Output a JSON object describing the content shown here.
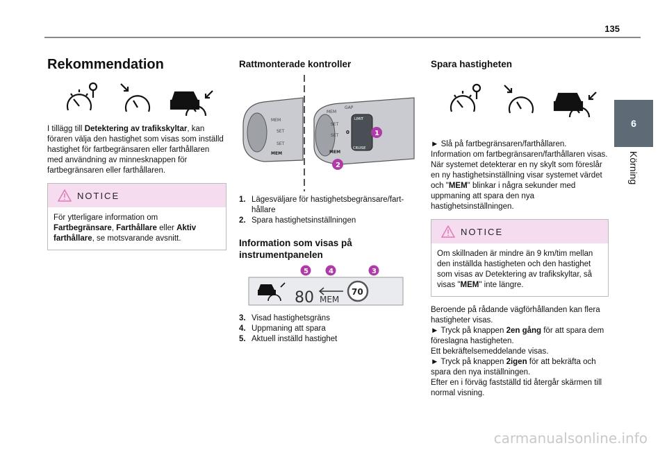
{
  "page_number": "135",
  "chapter_tab": "6",
  "chapter_label": "Körning",
  "col1": {
    "title": "Rekommendation",
    "para": [
      {
        "t": "I tillägg till "
      },
      {
        "b": "Detektering av trafikskyltar"
      },
      {
        "t": ", kan föraren välja den hastighet som visas som inställd hastighet för fartbegränsaren eller farthållaren med användning av minnesknappen för fartbegränsaren eller farthållaren."
      }
    ],
    "notice_title": "NOTICE",
    "notice_parts": [
      {
        "t": "För ytterligare information om "
      },
      {
        "b": "Fartbegränsare"
      },
      {
        "t": ", "
      },
      {
        "b": "Farthållare"
      },
      {
        "t": " eller "
      },
      {
        "b": "Aktiv farthållare"
      },
      {
        "t": ", se motsvarande avsnitt."
      }
    ]
  },
  "col2": {
    "title": "Rattmonterade kontroller",
    "figure_labels": {
      "mem": "MEM",
      "set": "SET",
      "limit": "LIMIT",
      "cruise": "CRUISE",
      "gap": "GAP",
      "zero": "0"
    },
    "items": [
      {
        "n": "1.",
        "text": "Lägesväljare för hastighetsbegränsare/fart-hållare"
      },
      {
        "n": "2.",
        "text": "Spara hastighetsinställningen"
      }
    ],
    "title2": "Information som visas på instrumentpanelen",
    "panel": {
      "speed": "80",
      "mem": "MEM",
      "limit": "70"
    },
    "markers": {
      "m1": "1",
      "m2": "2",
      "m3": "3",
      "m4": "4",
      "m5": "5"
    },
    "items2": [
      {
        "n": "3.",
        "text": "Visad hastighetsgräns"
      },
      {
        "n": "4.",
        "text": "Uppmaning att spara"
      },
      {
        "n": "5.",
        "text": "Aktuell inställd hastighet"
      }
    ]
  },
  "col3": {
    "title": "Spara hastigheten",
    "p1": [
      {
        "t": "► Slå på fartbegränsaren/farthållaren."
      },
      {
        "br": true
      },
      {
        "t": "Information om fartbegränsaren/farthållaren visas."
      },
      {
        "br": true
      },
      {
        "t": "När systemet detekterar en ny skylt som föreslår en ny hastighetsinställning visar systemet värdet och \""
      },
      {
        "b": "MEM"
      },
      {
        "t": "\" blinkar i några sekunder med uppmaning att spara den nya hastighetsinställningen."
      }
    ],
    "notice_title": "NOTICE",
    "notice_parts": [
      {
        "t": "Om skillnaden är mindre än 9 km/tim mellan den inställda hastigheten och den hastighet som visas av Detektering av trafikskyltar, så visas \""
      },
      {
        "b": "MEM"
      },
      {
        "t": "\" inte längre."
      }
    ],
    "p2": [
      {
        "t": "Beroende på rådande vägförhållanden kan flera hastigheter visas."
      },
      {
        "br": true
      },
      {
        "t": "► Tryck på knappen "
      },
      {
        "b": "2en gång"
      },
      {
        "t": " för att spara dem föreslagna hastigheten."
      },
      {
        "br": true
      },
      {
        "t": "Ett bekräftelsemeddelande visas."
      },
      {
        "br": true
      },
      {
        "t": "► Tryck på knappen "
      },
      {
        "b": "2igen"
      },
      {
        "t": " för att bekräfta och spara den nya inställningen."
      },
      {
        "br": true
      },
      {
        "t": "Efter en i förväg fastställd tid återgår skärmen till normal visning."
      }
    ]
  },
  "footer": "carmanualsonline.info",
  "colors": {
    "notice_bg": "#f6dcef",
    "marker": "#b03aa8",
    "tab": "#5e6b76",
    "warning": "#e07ab9"
  }
}
